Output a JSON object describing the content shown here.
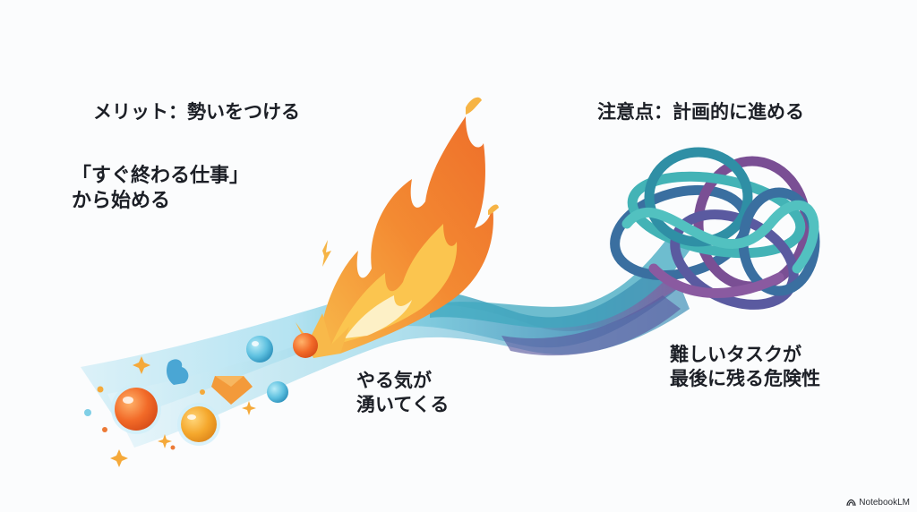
{
  "slide": {
    "background": "#fbfcfd",
    "merit": {
      "heading": "メリット：勢いをつける",
      "body_line1": "「すぐ終わる仕事」",
      "body_line2": "から始める"
    },
    "caution": {
      "heading": "注意点：計画的に進める"
    },
    "captions": {
      "motivation_line1": "やる気が",
      "motivation_line2": "湧いてくる",
      "risk_line1": "難しいタスクが",
      "risk_line2": "最後に残る危険性"
    },
    "illustration": {
      "left_elements": [
        "orange-orb-icon",
        "yellow-orb-icon",
        "blue-orb-icon",
        "gem-icon",
        "sparkle-icon",
        "puzzle-piece-icon"
      ],
      "center_element": "flame-icon",
      "right_element": "tangled-knot-icon",
      "colors": {
        "flame_outer": "#f07a2c",
        "flame_mid": "#f7a83a",
        "flame_core": "#fdf0c6",
        "wave_light": "#a9dff0",
        "wave_teal": "#3fa8bf",
        "knot_teal": "#43b3b6",
        "knot_blue": "#3a6fa0",
        "knot_purple": "#7a4f94"
      }
    },
    "watermark": {
      "icon": "notebooklm-logo-icon",
      "label": "NotebookLM"
    }
  }
}
